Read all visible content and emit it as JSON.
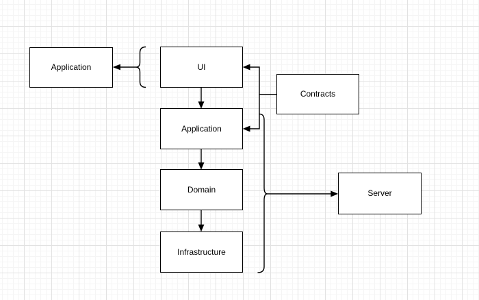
{
  "diagram": {
    "nodes": [
      {
        "id": "application-left",
        "label": "Application"
      },
      {
        "id": "ui",
        "label": "UI"
      },
      {
        "id": "application",
        "label": "Application"
      },
      {
        "id": "domain",
        "label": "Domain"
      },
      {
        "id": "infrastructure",
        "label": "Infrastructure"
      },
      {
        "id": "contracts",
        "label": "Contracts"
      },
      {
        "id": "server",
        "label": "Server"
      }
    ],
    "braces": [
      {
        "id": "ui-group-brace",
        "points": "left",
        "wraps": [
          "ui"
        ]
      },
      {
        "id": "layers-group-brace",
        "points": "right",
        "wraps": [
          "application",
          "domain",
          "infrastructure"
        ]
      }
    ],
    "edges": [
      {
        "from": "ui-group-brace",
        "to": "application-left",
        "arrow": "true"
      },
      {
        "from": "ui",
        "to": "application",
        "arrow": "true"
      },
      {
        "from": "application",
        "to": "domain",
        "arrow": "true"
      },
      {
        "from": "domain",
        "to": "infrastructure",
        "arrow": "true"
      },
      {
        "from": "contracts",
        "to": "ui",
        "arrow": "true"
      },
      {
        "from": "contracts",
        "to": "application",
        "arrow": "true"
      },
      {
        "from": "layers-group-brace",
        "to": "server",
        "arrow": "true"
      }
    ],
    "colors": {
      "stroke": "#000000",
      "node_fill": "#ffffff",
      "node_border": "#000000",
      "canvas_background": "#ffffff",
      "grid_minor": "#f5f5f5",
      "grid_major": "#e2e2e2"
    }
  }
}
